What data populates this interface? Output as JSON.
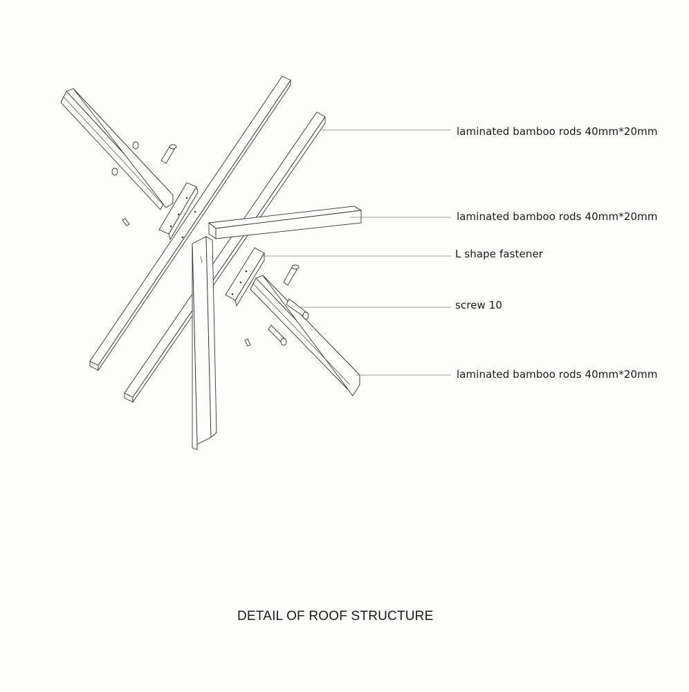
{
  "title": "DETAIL OF ROOF STRUCTURE",
  "labels": [
    {
      "id": "rod-upper",
      "text": "laminated bamboo rods  40mm*20mm"
    },
    {
      "id": "rod-middle",
      "text": "laminated bamboo rods  40mm*20mm"
    },
    {
      "id": "fastener",
      "text": "L shape fastener"
    },
    {
      "id": "screw",
      "text": "screw 10"
    },
    {
      "id": "rod-lower",
      "text": "laminated bamboo rods  40mm*20mm"
    }
  ],
  "colors": {
    "background": "#fdfdfb",
    "line": "#333333",
    "leader": "#777777"
  }
}
